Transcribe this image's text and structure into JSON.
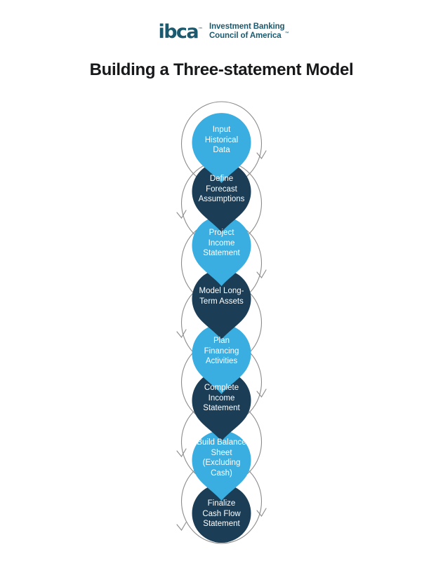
{
  "brand": {
    "mark": "ibca",
    "mark_tm": "™",
    "line1": "Investment Banking",
    "line2": "Council of America",
    "text_tm": "™",
    "color": "#1b5a6e"
  },
  "title": "Building a Three-statement Model",
  "colors": {
    "light_blue": "#3aaee0",
    "dark_navy": "#1b3e56",
    "arrow_gray": "#8b8b8b",
    "text_dark": "#17181a",
    "background": "#ffffff"
  },
  "diagram": {
    "type": "process-flow-vertical",
    "shape": "pin",
    "steps": [
      {
        "index": 1,
        "label": "Input\nHistorical\nData",
        "lines": [
          "Input",
          "Historical",
          "Data"
        ],
        "color": "#3aaee0",
        "shape": "pin"
      },
      {
        "index": 2,
        "label": "Define\nForecast\nAssumptions",
        "lines": [
          "Define",
          "Forecast",
          "Assumptions"
        ],
        "color": "#1b3e56",
        "shape": "pin"
      },
      {
        "index": 3,
        "label": "Project\nIncome\nStatement",
        "lines": [
          "Project",
          "Income",
          "Statement"
        ],
        "color": "#3aaee0",
        "shape": "pin"
      },
      {
        "index": 4,
        "label": "Model Long-\nTerm Assets",
        "lines": [
          "Model Long-",
          "Term Assets"
        ],
        "color": "#1b3e56",
        "shape": "pin"
      },
      {
        "index": 5,
        "label": "Plan\nFinancing\nActivities",
        "lines": [
          "Plan",
          "Financing",
          "Activities"
        ],
        "color": "#3aaee0",
        "shape": "pin"
      },
      {
        "index": 6,
        "label": "Complete\nIncome\nStatement",
        "lines": [
          "Complete",
          "Income",
          "Statement"
        ],
        "color": "#1b3e56",
        "shape": "pin"
      },
      {
        "index": 7,
        "label": "Build Balance\nSheet\n(Excluding\nCash)",
        "lines": [
          "Build Balance",
          "Sheet",
          "(Excluding",
          "Cash)"
        ],
        "color": "#3aaee0",
        "shape": "pin"
      },
      {
        "index": 8,
        "label": "Finalize\nCash Flow\nStatement",
        "lines": [
          "Finalize",
          "Cash Flow",
          "Statement"
        ],
        "color": "#1b3e56",
        "shape": "circle"
      }
    ]
  }
}
